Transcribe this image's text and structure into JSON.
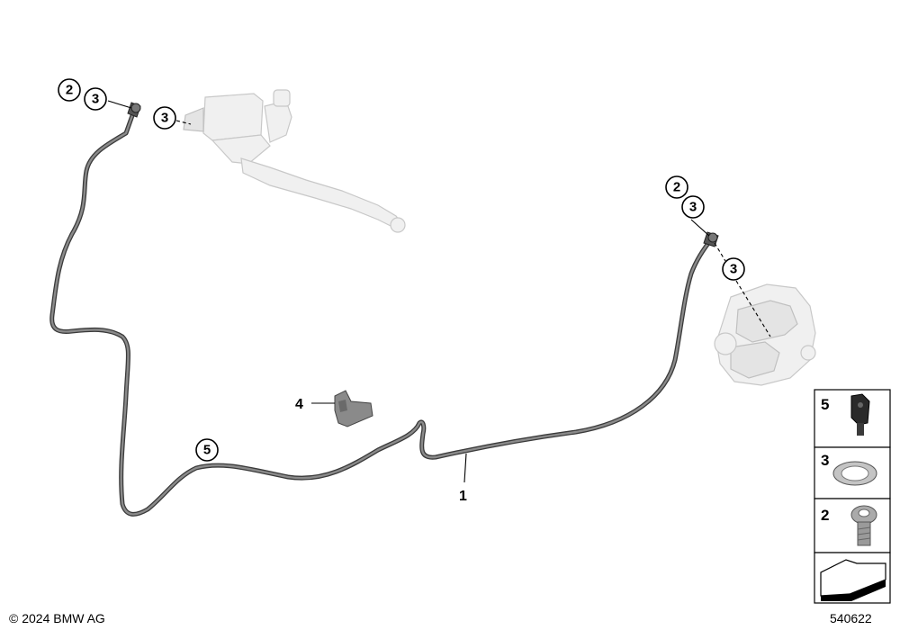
{
  "callouts": {
    "master_top_2": "2",
    "master_top_3": "3",
    "master_fitting_3": "3",
    "caliper_top_2": "2",
    "caliper_top_3": "3",
    "caliper_fitting_3": "3",
    "hose_label_5": "5"
  },
  "labels": {
    "hose": "1",
    "bracket": "4"
  },
  "legend": {
    "items": [
      {
        "number": "5",
        "icon": "clip-icon"
      },
      {
        "number": "3",
        "icon": "sealing-ring-icon"
      },
      {
        "number": "2",
        "icon": "banjo-bolt-icon"
      }
    ],
    "arrow_icon": "direction-arrow-icon"
  },
  "footer": {
    "copyright": "© 2024 BMW AG",
    "diagram_id": "540622"
  }
}
